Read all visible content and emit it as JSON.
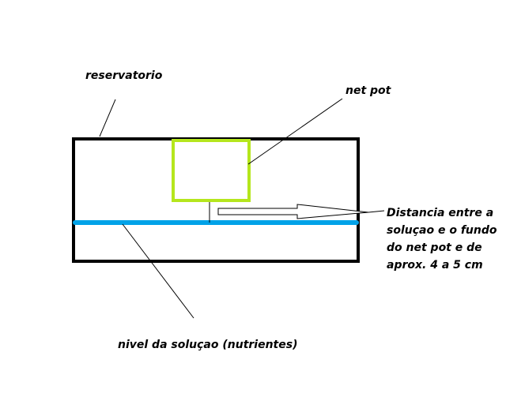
{
  "labels": {
    "reservoir": "reservatorio",
    "net_pot": "net pot",
    "solution_level": "nivel da soluçao (nutrientes)",
    "distance_lines": [
      "Distancia entre a",
      "soluçao e o fundo",
      "do net pot e de",
      "aprox. 4 a 5 cm"
    ]
  },
  "colors": {
    "reservoir_outline": "#000000",
    "net_pot_outline": "#b5e61d",
    "solution_line": "#00a2e8",
    "background": "#ffffff"
  }
}
